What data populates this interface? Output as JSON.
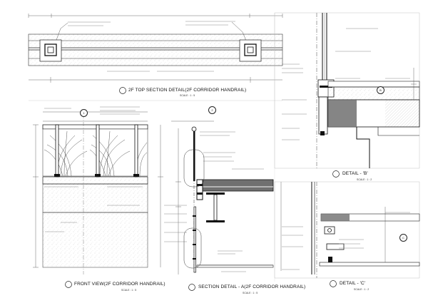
{
  "views": {
    "top_section": {
      "title": "2F TOP SECTION DETAIL(2F CORRIDOR HANDRAIL)",
      "scale": "SCALE : 1 : 5"
    },
    "front_view": {
      "title": "FRONT VIEW(2F CORRIDOR HANDRAIL)",
      "scale": "SCALE : 1 : 5"
    },
    "section_detail": {
      "title": "SECTION DETAIL - A(2F CORRIDOR HANDRAIL)",
      "scale": "SCALE : 1 : 5"
    },
    "detail_b": {
      "title": "DETAIL - 'B'",
      "scale": "SCALE : 1 : 2"
    },
    "detail_c": {
      "title": "DETAIL - 'C'",
      "scale": "SCALE : 1 : 2"
    }
  },
  "markers": {
    "ref_1": "1",
    "ref_2": "2",
    "ref_b": "B",
    "ref_c": "C"
  }
}
